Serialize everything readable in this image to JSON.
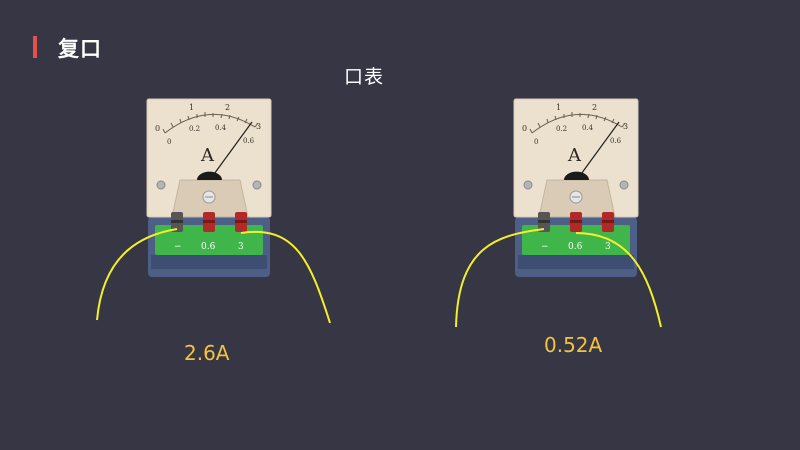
{
  "slide": {
    "title": "复口",
    "subtitle": "口表"
  },
  "colors": {
    "background": "#363645",
    "accent_bar": "#e5504f",
    "reading_text": "#f6c33a",
    "wire": "#f3f02a",
    "terminal_base": "#3fb54a"
  },
  "meters": [
    {
      "unit_symbol": "A",
      "scale_top": [
        "0",
        "1",
        "2",
        "3"
      ],
      "scale_bottom": [
        "0",
        "0.2",
        "0.4",
        "0.6"
      ],
      "terminals": [
        "−",
        "0.6",
        "3"
      ],
      "reading": "2.6A"
    },
    {
      "unit_symbol": "A",
      "scale_top": [
        "0",
        "1",
        "2",
        "3"
      ],
      "scale_bottom": [
        "0",
        "0.2",
        "0.4",
        "0.6"
      ],
      "terminals": [
        "−",
        "0.6",
        "3"
      ],
      "reading": "0.52A"
    }
  ]
}
